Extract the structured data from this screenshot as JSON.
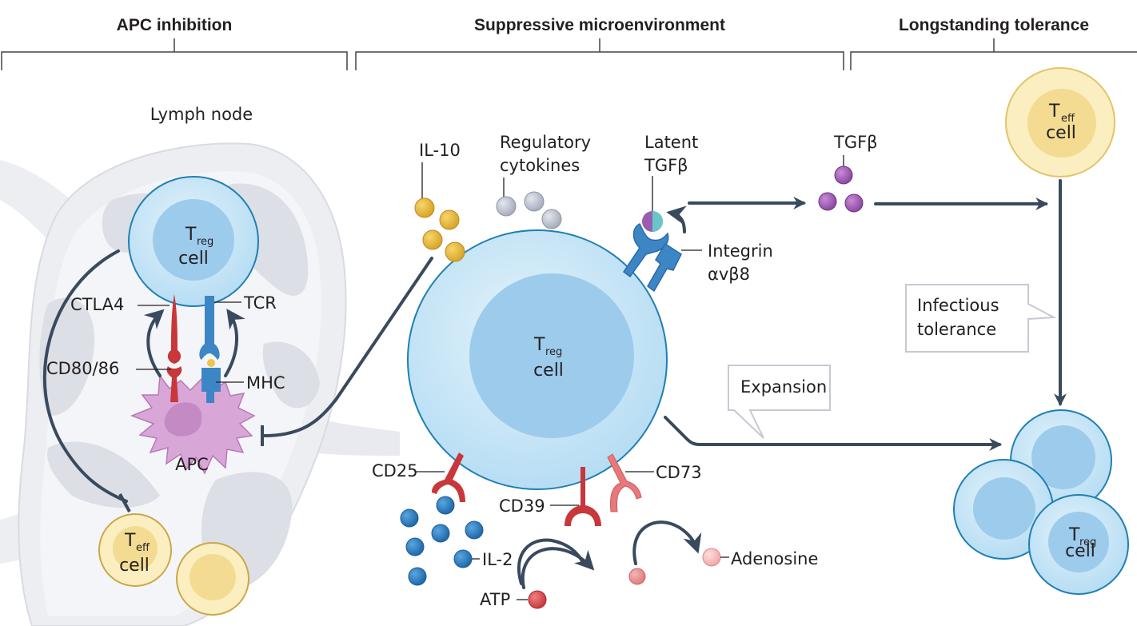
{
  "sections": {
    "apc_inhibition": "APC inhibition",
    "suppressive_microenvironment": "Suppressive microenvironment",
    "longstanding_tolerance": "Longstanding tolerance"
  },
  "lymph_node": {
    "title": "Lymph node",
    "treg_cell": {
      "main": "T",
      "sub": "reg",
      "line2": "cell"
    },
    "teff_cell": {
      "main": "T",
      "sub": "eff",
      "line2": "cell"
    },
    "apc": "APC",
    "labels": {
      "ctla4": "CTLA4",
      "cd80_86": "CD80/86",
      "tcr": "TCR",
      "mhc": "MHC"
    }
  },
  "microenvironment": {
    "treg_cell": {
      "main": "T",
      "sub": "reg",
      "line2": "cell"
    },
    "il10": "IL-10",
    "regulatory_cytokines": [
      "Regulatory",
      "cytokines"
    ],
    "latent_tgfb": [
      "Latent",
      "TGFβ"
    ],
    "integrin": [
      "Integrin",
      "αvβ8"
    ],
    "cd25": "CD25",
    "cd39": "CD39",
    "cd73": "CD73",
    "il2": "IL-2",
    "atp": "ATP",
    "adenosine": "Adenosine"
  },
  "tolerance": {
    "tgfb": "TGFβ",
    "teff_cell": {
      "main": "T",
      "sub": "eff",
      "line2": "cell"
    },
    "treg_cell": {
      "main": "T",
      "sub": "reg",
      "line2": "cell"
    },
    "infectious_tolerance": [
      "Infectious",
      "tolerance"
    ],
    "expansion": "Expansion"
  },
  "colors": {
    "arrow": "#3a4a5e",
    "treg_outer": "#cde9f8",
    "treg_nucleus": "#9dcbec",
    "treg_border": "#1f7fb3",
    "teff_outer": "#fbeec0",
    "teff_nucleus": "#f3dc92",
    "apc": "#d9a6d8",
    "il10": "#e8b83a",
    "cytokine_grey": "#b9bfcc",
    "tgfb": "#9b5cb0",
    "il2": "#2f7fc0",
    "receptor_red": "#c8373a",
    "receptor_pink": "#e8787a",
    "receptor_blue": "#3d86c6"
  }
}
